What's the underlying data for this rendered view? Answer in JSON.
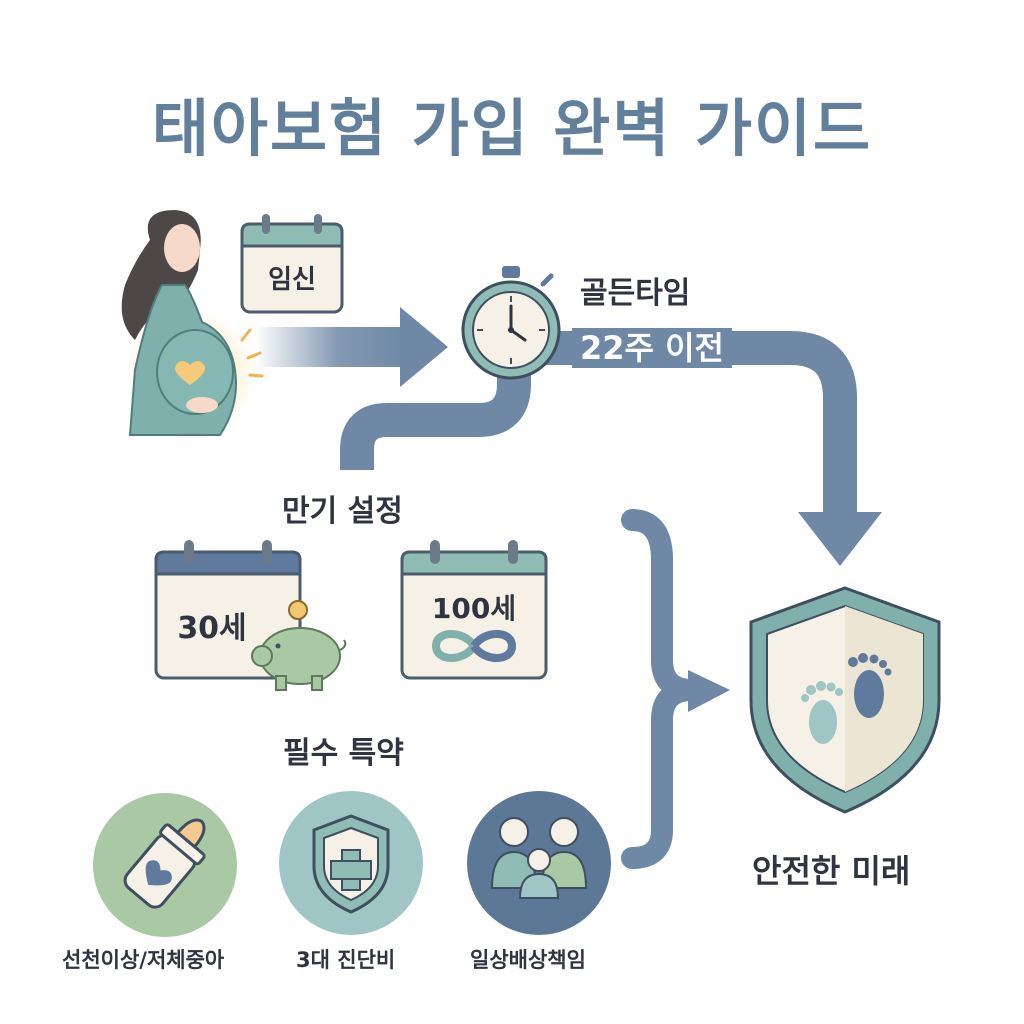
{
  "title": "태아보험 가입 완벽 가이드",
  "step_pregnancy": {
    "calendar_label": "임신"
  },
  "golden_time": {
    "label": "골든타임",
    "sub_label": "22주 이전"
  },
  "maturity": {
    "heading": "만기 설정",
    "option_a": "30세",
    "option_b": "100세"
  },
  "riders": {
    "heading": "필수 특약",
    "items": [
      {
        "label": "선천이상/저체중아",
        "icon": "baby-bottle-icon"
      },
      {
        "label": "3대 진단비",
        "icon": "medical-shield-icon"
      },
      {
        "label": "일상배상책임",
        "icon": "family-icon"
      }
    ]
  },
  "result": {
    "label": "안전한 미래",
    "icon": "shield-footprints-icon"
  },
  "colors": {
    "title": "#62809c",
    "arrow": "#6e88a6",
    "teal": "#7fb0ac",
    "calendar_top_teal": "#8fbcb4",
    "calendar_top_blue": "#5f7a9c",
    "paper": "#f5f1e6",
    "green_circle": "#a9c8a4",
    "teal_circle": "#9fc6c4",
    "blue_circle": "#5d7896"
  }
}
